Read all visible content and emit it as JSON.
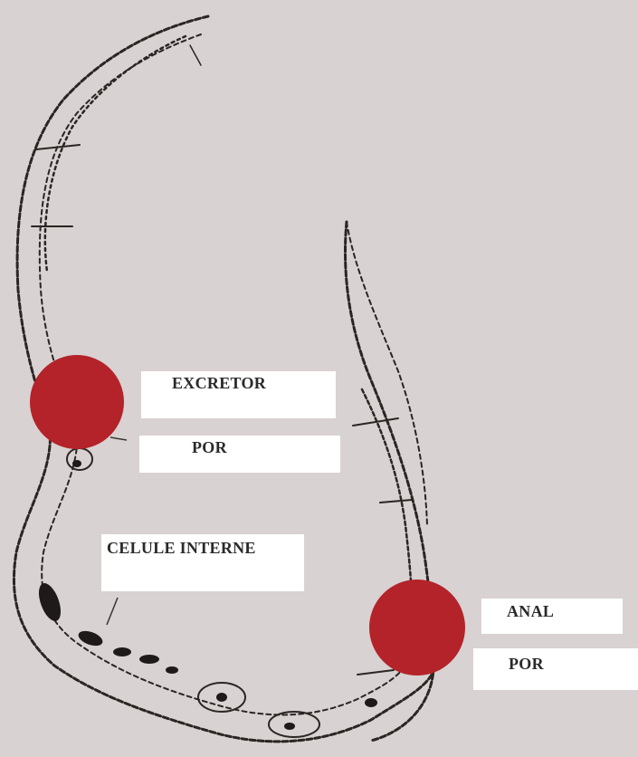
{
  "diagram": {
    "labels": {
      "excretor": "EXCRETOR",
      "excretor_por": "POR",
      "celule_interne": "CELULE INTERNE",
      "anal": "ANAL",
      "anal_por": "POR"
    },
    "colors": {
      "background": "#d9d2d2",
      "marker": "#b4232a",
      "outline": "#2b2523",
      "label_box": "#ffffff"
    }
  }
}
